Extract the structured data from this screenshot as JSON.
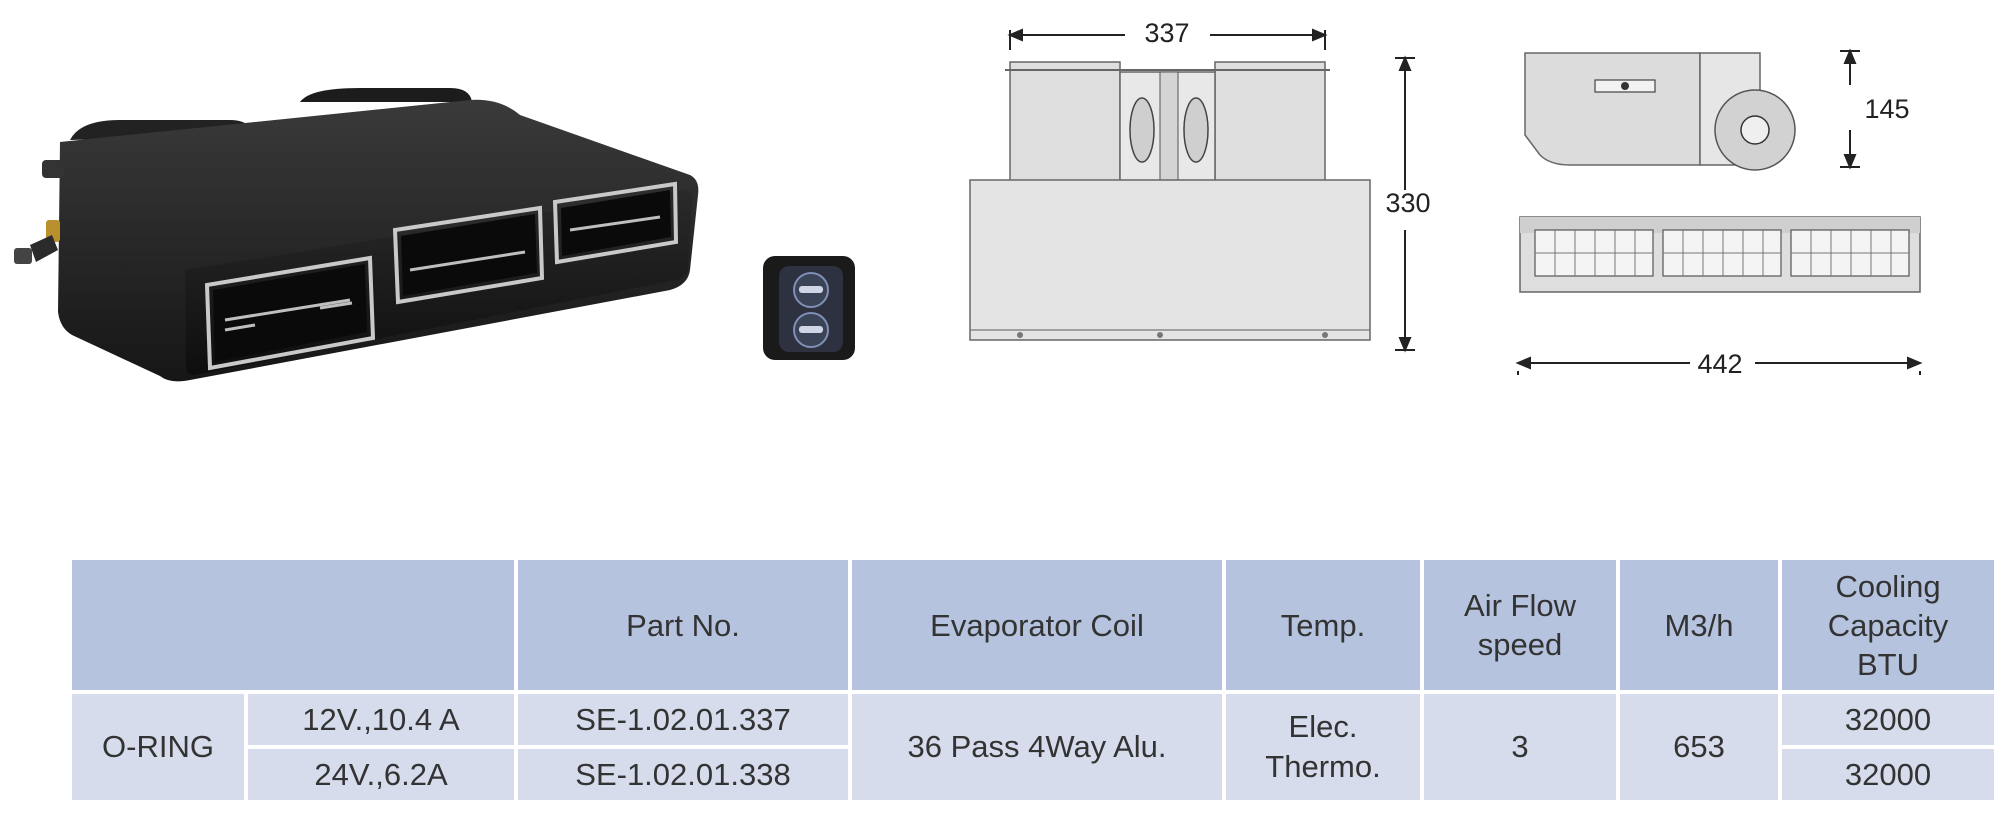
{
  "drawings": {
    "front": {
      "width": "337",
      "height": "330"
    },
    "side": {
      "height": "145",
      "width": "442"
    }
  },
  "table": {
    "headers": [
      "",
      "Part No.",
      "Evaporator Coil",
      "Temp.",
      "Air Flow speed",
      "M3/h",
      "Cooling Capacity BTU"
    ],
    "headers_display": {
      "air_flow": [
        "Air Flow",
        "speed"
      ],
      "capacity": [
        "Cooling",
        "Capacity",
        "BTU"
      ]
    },
    "rows": [
      {
        "type": "O-RING",
        "voltage": "12V.,10.4 A",
        "part_no": "SE-1.02.01.337",
        "coil": "36 Pass 4Way Alu.",
        "temp": [
          "Elec.",
          "Thermo."
        ],
        "airflow": "3",
        "m3h": "653",
        "btu": "32000"
      },
      {
        "voltage": "24V.,6.2A",
        "part_no": "SE-1.02.01.338",
        "btu": "32000"
      }
    ]
  },
  "colors": {
    "header_bg": "#b5c3de",
    "cell_bg": "#d6dcec",
    "unit_body": "#1f1f1f"
  }
}
